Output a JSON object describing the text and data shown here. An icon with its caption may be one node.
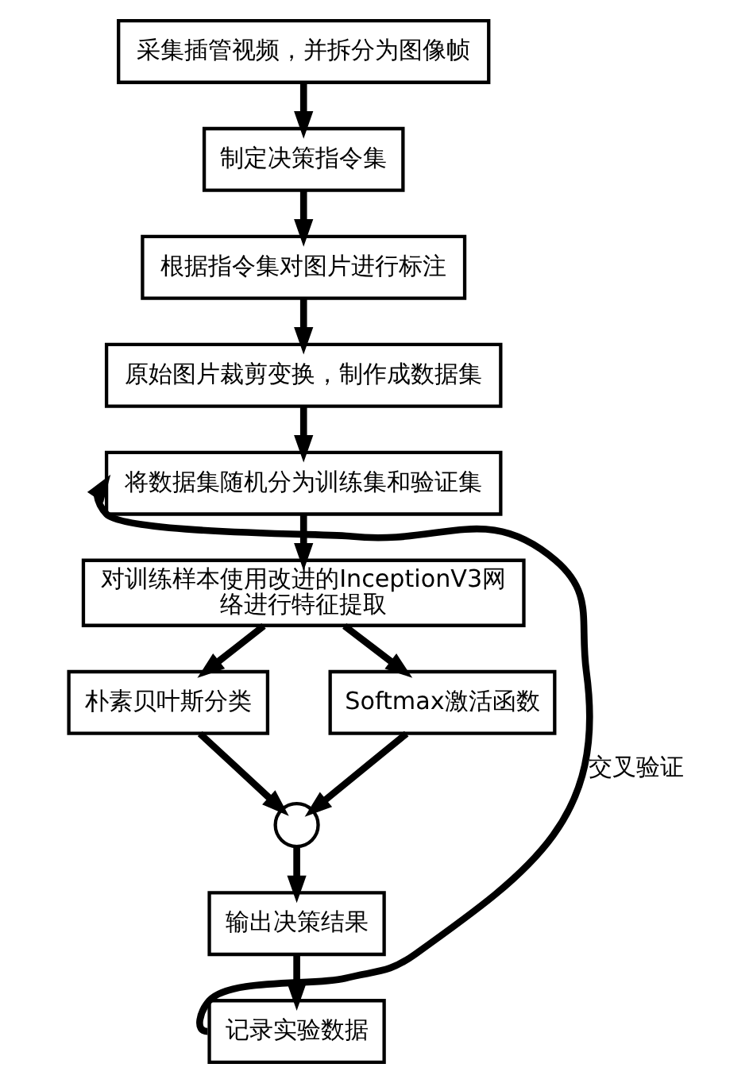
{
  "diagram": {
    "nodes": [
      {
        "text": [
          "采集插管视频，并拆分为图像帧"
        ]
      },
      {
        "text": [
          "制定决策指令集"
        ]
      },
      {
        "text": [
          "根据指令集对图片进行标注"
        ]
      },
      {
        "text": [
          "原始图片裁剪变换，制作成数据集"
        ]
      },
      {
        "text": [
          "将数据集随机分为训练集和验证集"
        ]
      },
      {
        "text": [
          "对训练样本使用改进的InceptionV3网络进行特征提取"
        ]
      },
      {
        "text": [
          "朴素贝叶斯分类"
        ]
      },
      {
        "text": [
          "Softmax激活函数"
        ]
      },
      {
        "text": [],
        "shape": "circle"
      },
      {
        "text": [
          "输出决策结果"
        ]
      },
      {
        "text": [
          "记录实验数据"
        ]
      }
    ],
    "edges": [
      {
        "from": 0,
        "to": 1,
        "arrow": "to"
      },
      {
        "from": 1,
        "to": 2,
        "arrow": "to"
      },
      {
        "from": 2,
        "to": 3,
        "arrow": "to"
      },
      {
        "from": 3,
        "to": 4,
        "arrow": "to"
      },
      {
        "from": 4,
        "to": 5,
        "arrow": "to"
      },
      {
        "from": 5,
        "to": 6,
        "arrow": "to"
      },
      {
        "from": 5,
        "to": 7,
        "arrow": "to"
      },
      {
        "from": 6,
        "to": 8,
        "arrow": "to"
      },
      {
        "from": 7,
        "to": 8,
        "arrow": "to"
      },
      {
        "from": 8,
        "to": 9,
        "arrow": "to"
      },
      {
        "from": 9,
        "to": 10,
        "arrow": "to"
      },
      {
        "from": 10,
        "to": 4,
        "arrow": "to",
        "label": "交叉验证"
      }
    ]
  }
}
